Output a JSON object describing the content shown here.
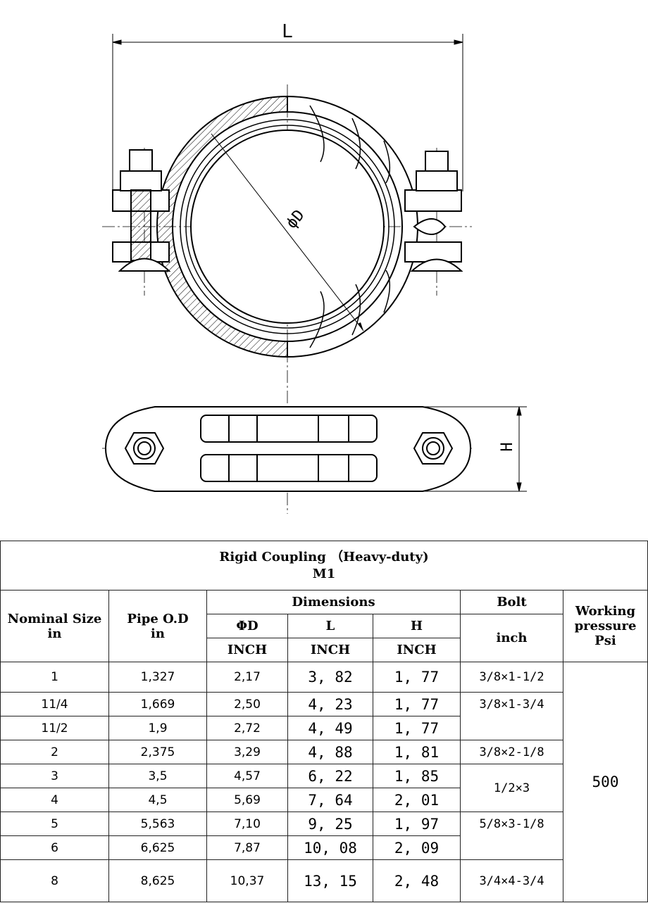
{
  "drawing": {
    "label_length": "L",
    "label_diameter": "ϕD",
    "label_height": "H"
  },
  "table": {
    "title_line1": "Rigid Coupling （Heavy-duty)",
    "title_line2": "M1",
    "headers": {
      "nominal_size": "Nominal Size",
      "nominal_unit": "in",
      "pipe_od": "Pipe O.D",
      "pipe_od_unit": "in",
      "dimensions": "Dimensions",
      "bolt": "Bolt",
      "bolt_unit": "inch",
      "working_line1": "Working",
      "working_line2": "pressure",
      "working_line3": "Psi",
      "phi_d": "ΦD",
      "l": "L",
      "h": "H",
      "inch_d": "INCH",
      "inch_l": "INCH",
      "inch_h": "INCH"
    },
    "rows": [
      {
        "size": "1",
        "od": "1,327",
        "d": "2,17",
        "l": "3, 82",
        "h": "1, 77"
      },
      {
        "size": "11/4",
        "od": "1,669",
        "d": "2,50",
        "l": "4, 23",
        "h": "1, 77"
      },
      {
        "size": "11/2",
        "od": "1,9",
        "d": "2,72",
        "l": "4, 49",
        "h": "1, 77"
      },
      {
        "size": "2",
        "od": "2,375",
        "d": "3,29",
        "l": "4, 88",
        "h": "1, 81"
      },
      {
        "size": "3",
        "od": "3,5",
        "d": "4,57",
        "l": "6, 22",
        "h": "1, 85"
      },
      {
        "size": "4",
        "od": "4,5",
        "d": "5,69",
        "l": "7, 64",
        "h": "2, 01"
      },
      {
        "size": "5",
        "od": "5,563",
        "d": "7,10",
        "l": "9, 25",
        "h": "1, 97"
      },
      {
        "size": "6",
        "od": "6,625",
        "d": "7,87",
        "l": "10, 08",
        "h": "2, 09"
      },
      {
        "size": "8",
        "od": "8,625",
        "d": "10,37",
        "l": "13, 15",
        "h": "2, 48"
      }
    ],
    "bolts": [
      "3/8×1-1/2",
      "3/8×1-3/4",
      "3/8×2-1/8",
      "1/2×3",
      "5/8×3-1/8",
      "3/4×4-3/4"
    ],
    "working_pressure": "500"
  }
}
